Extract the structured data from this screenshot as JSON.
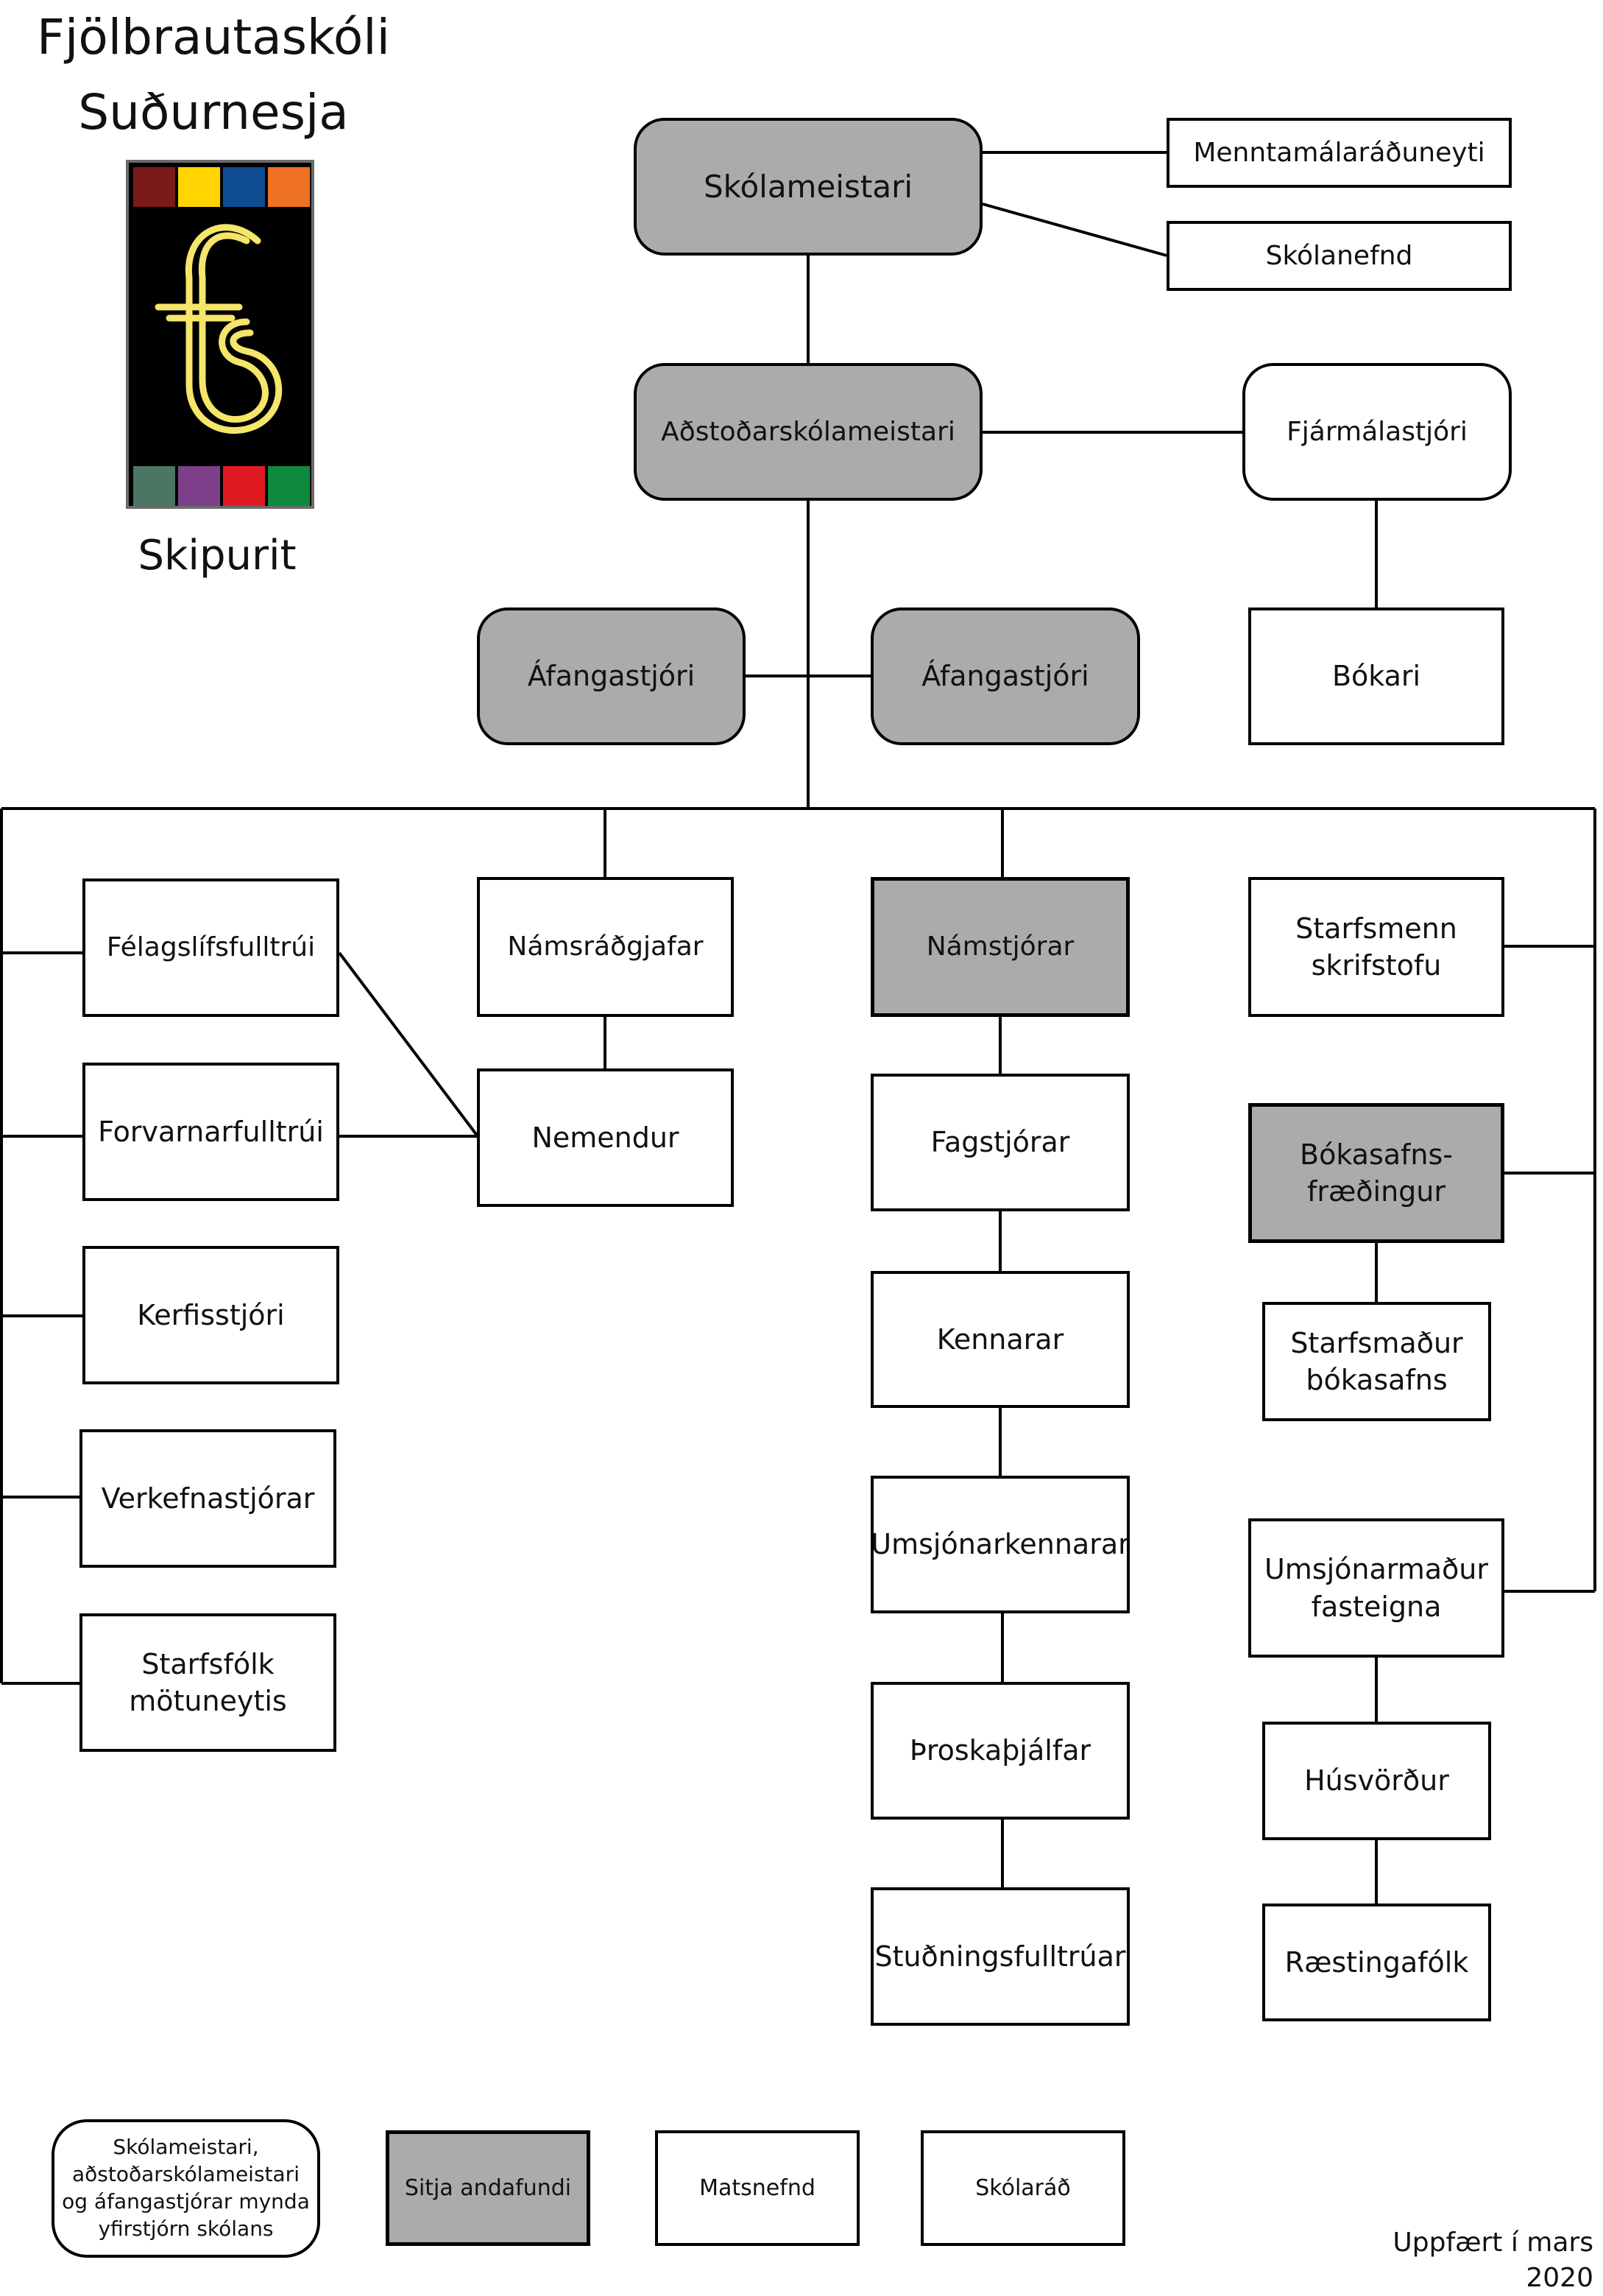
{
  "header": {
    "school_name": "Fjölbrautaskóli\nSuðurnesja",
    "subtitle": "Skipurit"
  },
  "logo": {
    "letters": "fs",
    "letter_color": "#f5e56a",
    "top_colors": [
      "#7a1a18",
      "#ffd400",
      "#0f4d92",
      "#ef7124"
    ],
    "bottom_colors": [
      "#4d7563",
      "#7d3f8a",
      "#df1a21",
      "#0e8a3e"
    ]
  },
  "colors": {
    "grey_box": "#ababab",
    "line": "#000000"
  },
  "nodes": {
    "skolameistari": "Skólameistari",
    "menntamalaraduneyti": "Menntamálaráðuneyti",
    "skolanefnd": "Skólanefnd",
    "adstodarskolameistari": "Aðstoðarskólameistari",
    "fjarmalastjori": "Fjármálastjóri",
    "afangastjori_1": "Áfangastjóri",
    "afangastjori_2": "Áfangastjóri",
    "bokari": "Bókari",
    "felagslifsfulltrui": "Félagslífsfulltrúi",
    "forvarnarfulltrui": "Forvarnarfulltrúi",
    "kerfisstjori": "Kerfisstjóri",
    "verkefnastjorar": "Verkefnastjórar",
    "starfsfolk_motuneytis": "Starfsfólk\nmötuneytis",
    "namsradgjafar": "Námsráðgjafar",
    "nemendur": "Nemendur",
    "namstjorar": "Námstjórar",
    "fagstjorar": "Fagstjórar",
    "kennarar": "Kennarar",
    "umsjonarkennarar": "Umsjónarkennarar",
    "throskathjalfar": "Þroskaþjálfar",
    "studningsfulltruar": "Stuðningsfulltrúar",
    "starfsmenn_skrifstofu": "Starfsmenn\nskrifstofu",
    "bokasafnsfraedingur": "Bókasafns-\nfræðingur",
    "starfsmadur_bokasafns": "Starfsmaður\nbókasafns",
    "umsjonarmadur_fasteigna": "Umsjónarmaður\nfasteigna",
    "husvordur": "Húsvörður",
    "rastingafolk": "Ræstingafólk"
  },
  "legend": {
    "yfirstjorn": "Skólameistari,\naðstoðarskólameistari\nog áfangastjórar mynda\nyfirstjórn skólans",
    "andafundi": "Sitja andafundi",
    "matsnefnd": "Matsnefnd",
    "skolarad": "Skólaráð"
  },
  "footer": {
    "updated": "Uppfært í mars 2020"
  }
}
